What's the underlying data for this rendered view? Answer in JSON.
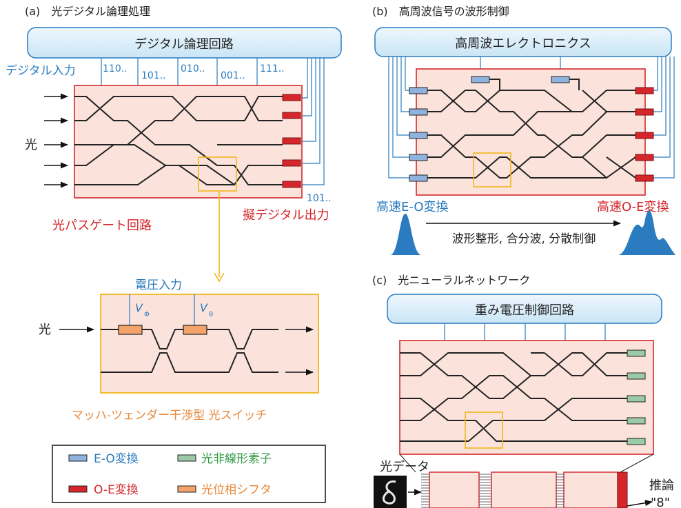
{
  "panel_a": {
    "header": "(a)　光デジタル論理処理",
    "logic_box": "デジタル論理回路",
    "digital_input": "デジタル入力",
    "bits": [
      "110..",
      "101..",
      "010..",
      "001..",
      "111.."
    ],
    "output_bits": "101..",
    "light": "光",
    "circuit_label": "光パスゲート回路",
    "output_label": "擬デジタル出力"
  },
  "detail": {
    "voltage_input": "電圧入力",
    "v_phi": "V",
    "v_phi_sub": "Φ",
    "v_theta": "V",
    "v_theta_sub": "θ",
    "light": "光",
    "caption": "マッハ-ツェンダー干渉型 光スイッチ"
  },
  "panel_b": {
    "header": "(b)　高周波信号の波形制御",
    "electronics_box": "高周波エレクトロニクス",
    "eo_label": "高速E-O変換",
    "oe_label": "高速O-E変換",
    "process_label": "波形整形, 合分波, 分散制御"
  },
  "panel_c": {
    "header": "(c)　光ニューラルネットワーク",
    "control_box": "重み電圧制御回路",
    "light_data": "光データ",
    "inference": "推論",
    "result": "\"8\""
  },
  "legend": {
    "eo": "E-O変換",
    "oe": "O-E変換",
    "nonlinear": "光非線形素子",
    "phase_shifter": "光位相シフタ"
  },
  "colors": {
    "circuit_fill": "#fbe3dc",
    "circuit_border": "#d5262b",
    "box_fill": "#d6ecf8",
    "box_border": "#2a7bbf",
    "eo_element": "#8fb3dc",
    "oe_element": "#d5262b",
    "nonlinear_element": "#9ccaa6",
    "phase_shifter": "#f4a36b",
    "highlight": "#f2b619"
  }
}
